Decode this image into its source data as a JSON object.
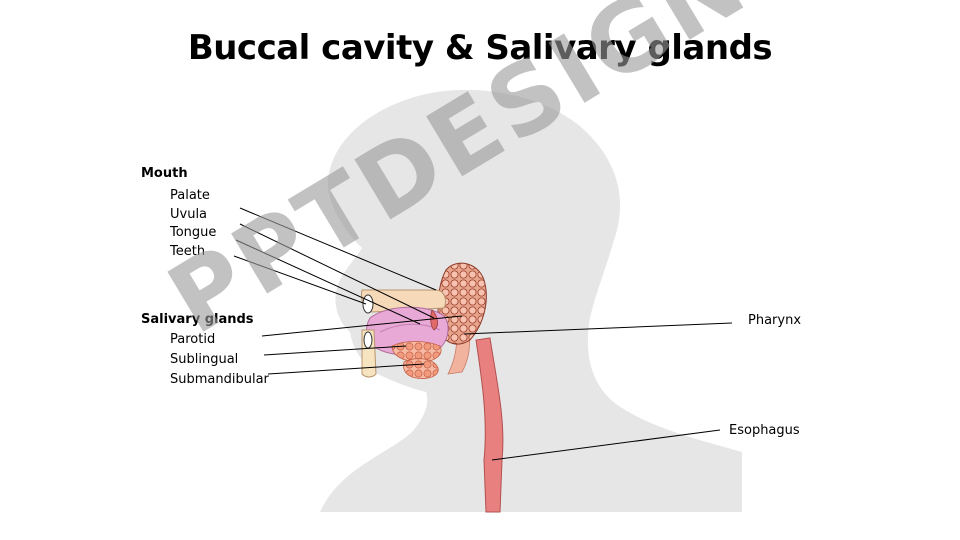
{
  "title": "Buccal cavity & Salivary glands",
  "groups": {
    "mouth": {
      "heading": "Mouth",
      "items": [
        "Palate",
        "Uvula",
        "Tongue",
        "Teeth"
      ]
    },
    "salivary": {
      "heading": "Salivary  glands",
      "items": [
        "Parotid",
        "Sublingual",
        "Submandibular"
      ]
    }
  },
  "right_labels": {
    "pharynx": "Pharynx",
    "esophagus": "Esophagus"
  },
  "watermark": "PPTDESIGN",
  "colors": {
    "silhouette": "#e6e6e6",
    "esophagus": "#e88080",
    "gland": "#f3a58c",
    "tongue": "#e9a9d6",
    "palate": "#f6d9b8",
    "outline": "#000000"
  }
}
